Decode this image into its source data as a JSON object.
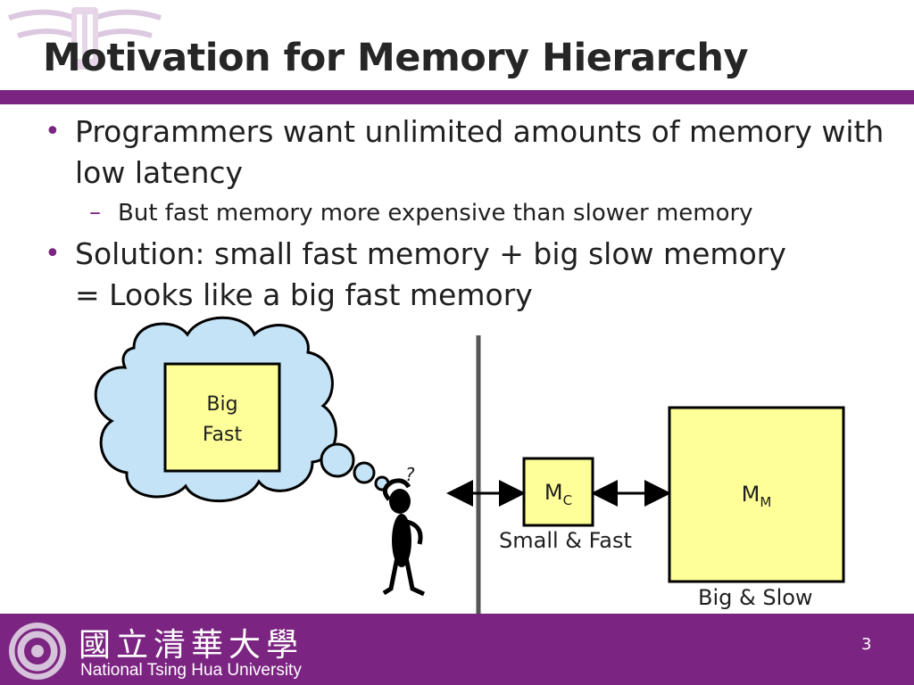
{
  "slide": {
    "title": "Motivation for Memory Hierarchy",
    "bullets": [
      {
        "line1": "Programmers want unlimited amounts of memory with",
        "line2": "low latency"
      },
      {
        "line1": "Solution: small fast memory + big slow memory",
        "line2": "= Looks like a big fast memory"
      }
    ],
    "subbullet": "But fast memory more expensive than slower memory",
    "bullet_marker": "•",
    "sub_marker": "–"
  },
  "diagram": {
    "thought_box": {
      "line1": "Big",
      "line2": "Fast"
    },
    "question_mark": "?",
    "cache": {
      "label": "M",
      "subscript": "C",
      "caption": "Small & Fast"
    },
    "main_memory": {
      "label": "M",
      "subscript": "M",
      "caption": "Big & Slow"
    }
  },
  "footer": {
    "university_cjk": "國立清華大學",
    "university_en": "National Tsing Hua University",
    "page_number": "3"
  },
  "colors": {
    "accent": "#7b2481",
    "cloud_fill": "#c5e3f6",
    "box_fill": "#ffff99"
  }
}
